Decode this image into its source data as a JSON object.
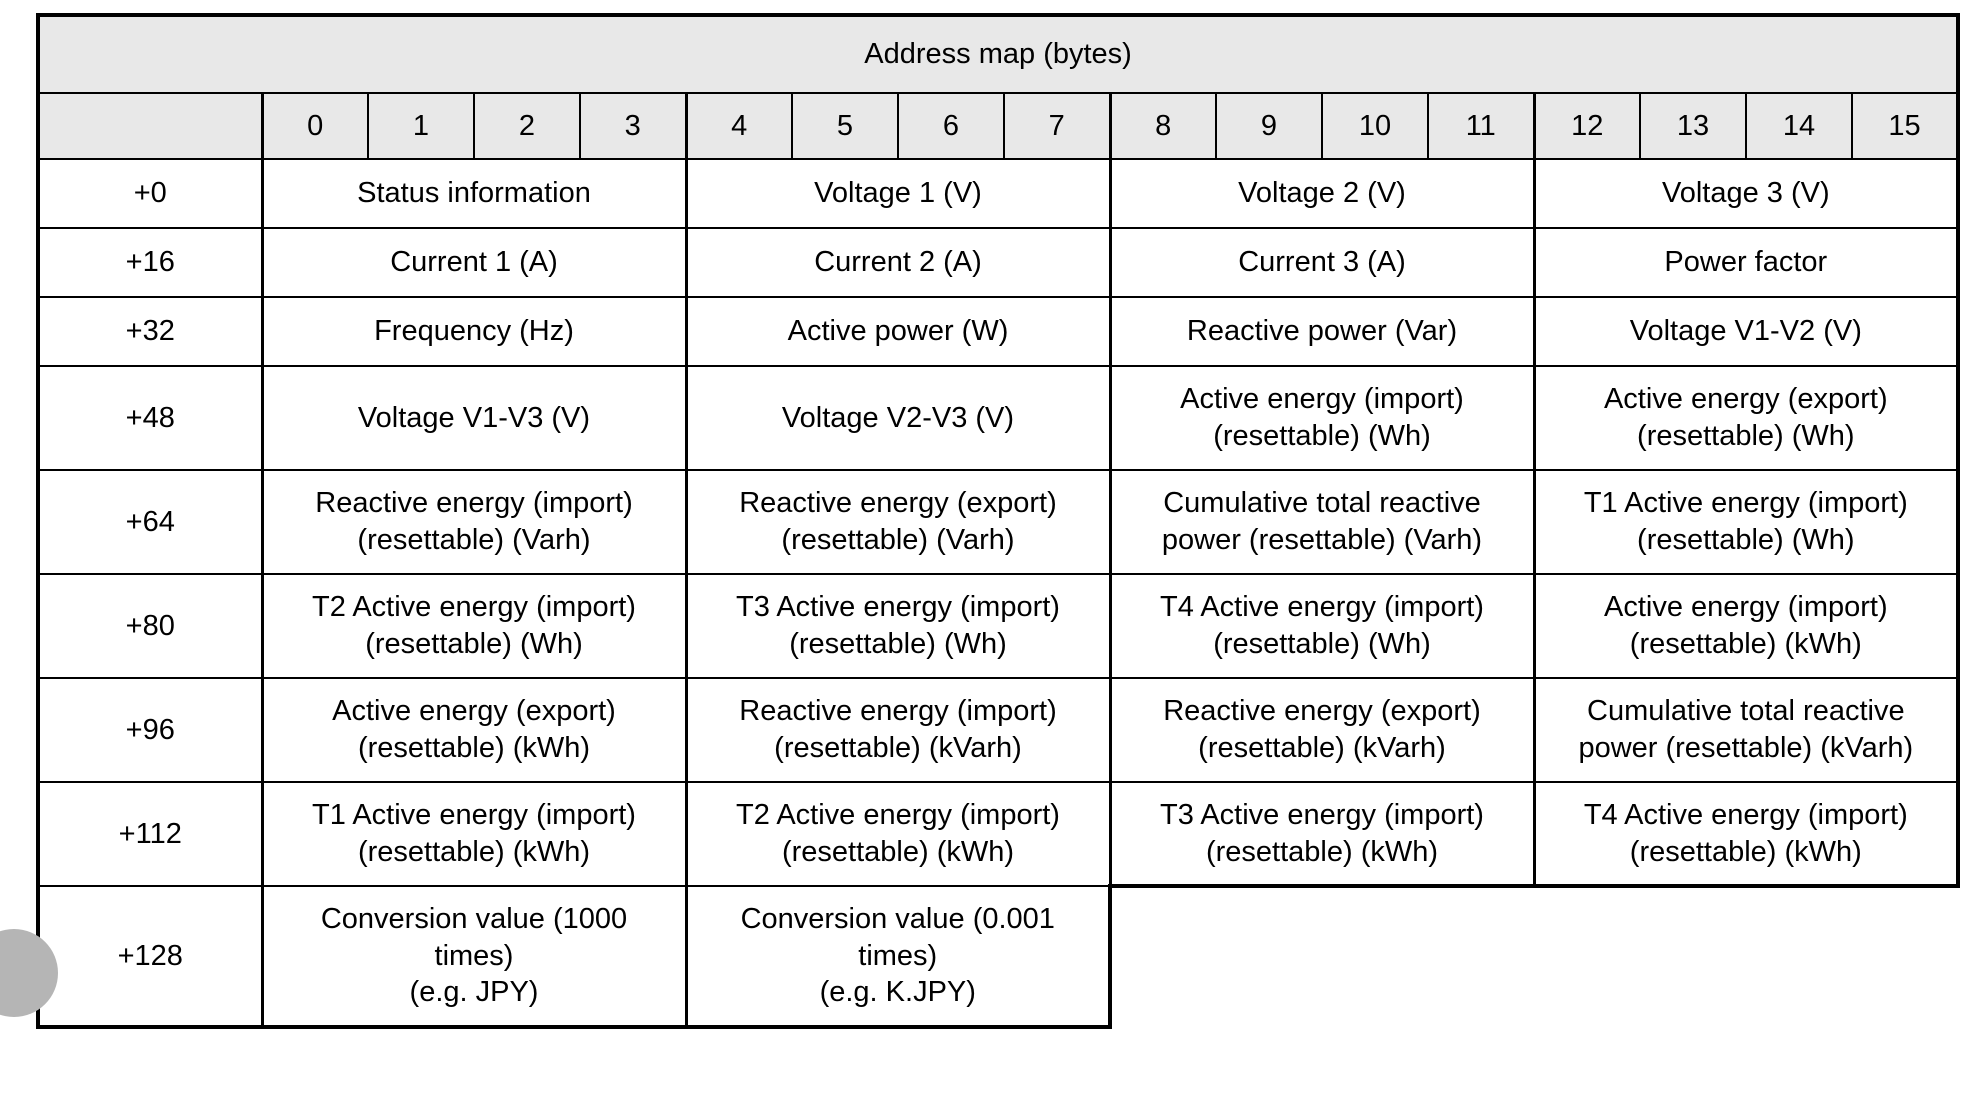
{
  "table": {
    "title": "Address map (bytes)",
    "byte_columns": [
      "0",
      "1",
      "2",
      "3",
      "4",
      "5",
      "6",
      "7",
      "8",
      "9",
      "10",
      "11",
      "12",
      "13",
      "14",
      "15"
    ],
    "rows": [
      {
        "offset": "+0",
        "cells": [
          "Status information",
          "Voltage 1 (V)",
          "Voltage 2 (V)",
          "Voltage 3 (V)"
        ]
      },
      {
        "offset": "+16",
        "cells": [
          "Current 1 (A)",
          "Current 2 (A)",
          "Current 3 (A)",
          "Power factor"
        ]
      },
      {
        "offset": "+32",
        "cells": [
          "Frequency (Hz)",
          "Active power (W)",
          "Reactive power (Var)",
          "Voltage V1-V2 (V)"
        ]
      },
      {
        "offset": "+48",
        "cells": [
          "Voltage V1-V3 (V)",
          "Voltage V2-V3 (V)",
          "Active energy (import)\n(resettable) (Wh)",
          "Active energy (export)\n(resettable) (Wh)"
        ]
      },
      {
        "offset": "+64",
        "cells": [
          "Reactive energy (import)\n(resettable) (Varh)",
          "Reactive energy (export)\n(resettable) (Varh)",
          "Cumulative total reactive\npower (resettable) (Varh)",
          "T1 Active energy (import)\n(resettable) (Wh)"
        ]
      },
      {
        "offset": "+80",
        "cells": [
          "T2 Active energy (import)\n(resettable) (Wh)",
          "T3 Active energy (import)\n(resettable) (Wh)",
          "T4 Active energy (import)\n(resettable) (Wh)",
          "Active energy (import)\n(resettable) (kWh)"
        ]
      },
      {
        "offset": "+96",
        "cells": [
          "Active energy (export)\n(resettable) (kWh)",
          "Reactive energy (import)\n(resettable) (kVarh)",
          "Reactive energy (export)\n(resettable) (kVarh)",
          "Cumulative total reactive\npower (resettable) (kVarh)"
        ]
      },
      {
        "offset": "+112",
        "cells": [
          "T1 Active energy (import)\n(resettable) (kWh)",
          "T2 Active energy (import)\n(resettable) (kWh)",
          "T3 Active energy (import)\n(resettable) (kWh)",
          "T4 Active energy (import)\n(resettable) (kWh)"
        ]
      },
      {
        "offset": "+128",
        "cells": [
          "Conversion value (1000\ntimes)\n(e.g. JPY)",
          "Conversion value (0.001\ntimes)\n(e.g. K.JPY)"
        ]
      }
    ]
  },
  "colors": {
    "header_background": "#e8e8e8",
    "cell_background": "#ffffff",
    "border": "#000000",
    "text": "#000000",
    "floating_button": "#b5b5b5"
  }
}
